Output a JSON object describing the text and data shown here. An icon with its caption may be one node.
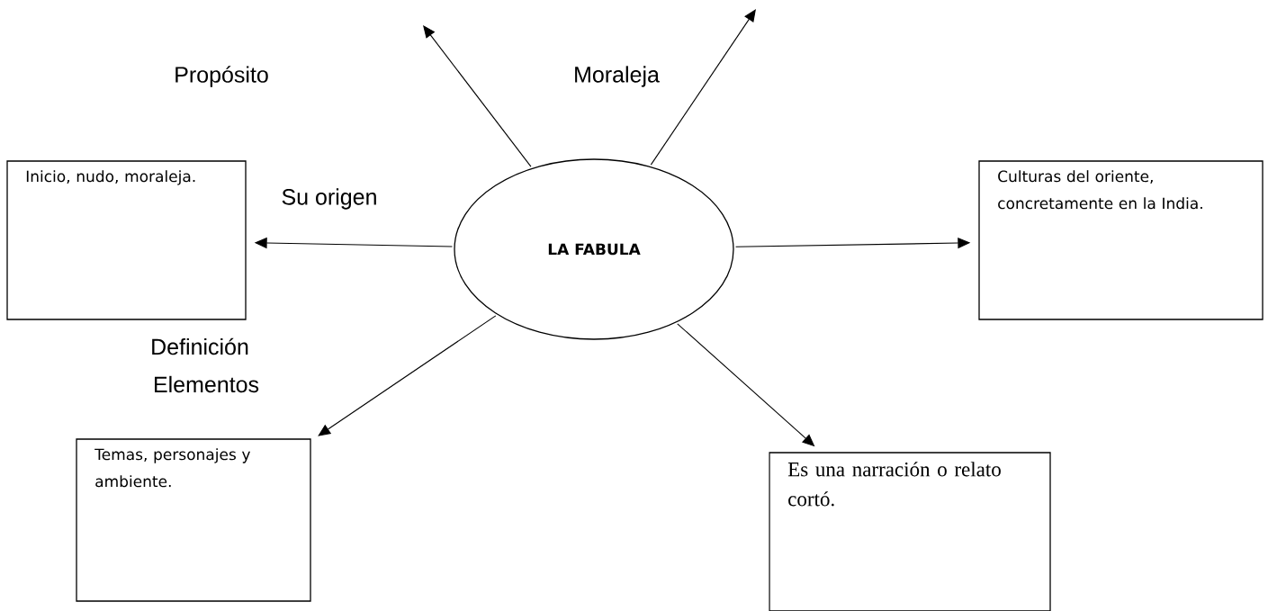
{
  "diagram": {
    "nodes": [
      {
        "text": [
          "LA FABULA"
        ]
      },
      {
        "text": [
          "Inicio, nudo, moraleja."
        ]
      },
      {
        "text": [
          "Culturas del oriente, concretamente en la India."
        ]
      },
      {
        "text": [
          "Temas, personajes y ambiente."
        ]
      },
      {
        "text": [
          "Es una narración o relato cortó."
        ]
      }
    ],
    "edges": [
      {
        "from": 0,
        "to": null,
        "arrow": "to"
      },
      {
        "from": 0,
        "to": null,
        "arrow": "to"
      },
      {
        "from": 0,
        "to": 1,
        "arrow": "to"
      },
      {
        "from": 0,
        "to": 2,
        "arrow": "to"
      },
      {
        "from": 0,
        "to": 3,
        "arrow": "to"
      },
      {
        "from": 0,
        "to": 4,
        "arrow": "to"
      }
    ],
    "labels": [
      "Propósito",
      "Moraleja",
      "Su origen",
      "Definición",
      "Elementos"
    ]
  }
}
